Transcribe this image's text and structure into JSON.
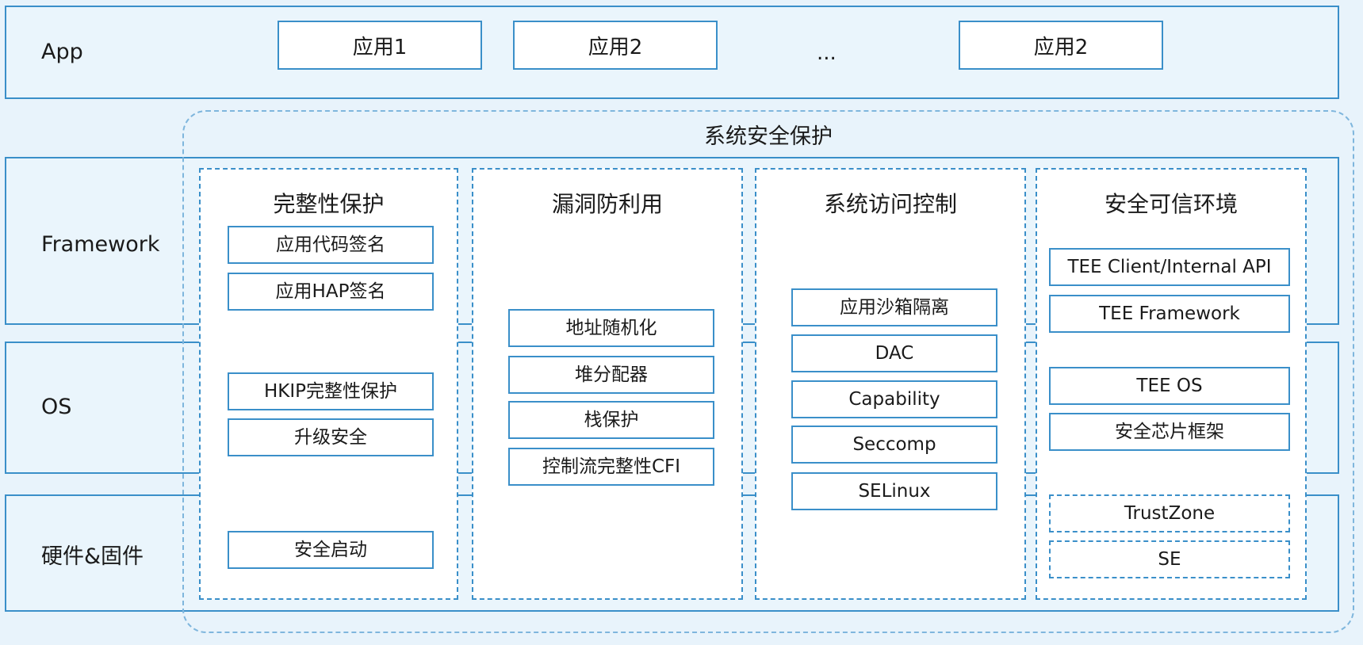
{
  "layers": {
    "app": "App",
    "framework": "Framework",
    "os": "OS",
    "hardware": "硬件&固件"
  },
  "apps": [
    "应用1",
    "应用2",
    "...",
    "应用2"
  ],
  "security": {
    "title": "系统安全保护",
    "columns": [
      {
        "title": "完整性保护",
        "items": [
          "应用代码签名",
          "应用HAP签名",
          "HKIP完整性保护",
          "升级安全",
          "安全启动"
        ]
      },
      {
        "title": "漏洞防利用",
        "items": [
          "地址随机化",
          "堆分配器",
          "栈保护",
          "控制流完整性CFI"
        ]
      },
      {
        "title": "系统访问控制",
        "items": [
          "应用沙箱隔离",
          "DAC",
          "Capability",
          "Seccomp",
          "SELinux"
        ]
      },
      {
        "title": "安全可信环境",
        "items": [
          "TEE Client/Internal API",
          "TEE Framework",
          "TEE OS",
          "安全芯片框架",
          "TrustZone",
          "SE"
        ]
      }
    ]
  },
  "colors": {
    "border": "#3a8fc9",
    "dash": "#7fb6dd",
    "background": "#e8f3fb",
    "box": "#ffffff"
  }
}
